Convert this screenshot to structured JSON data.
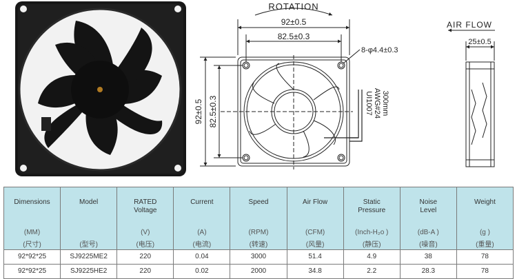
{
  "drawing": {
    "rotation_label": "ROTATION",
    "airflow_label": "AIR FLOW",
    "dim_outer_width": "92±0.5",
    "dim_hole_width": "82.5±0.3",
    "dim_outer_height": "92±0.5",
    "dim_hole_height": "82.5±0.3",
    "dim_holes": "8-φ4.4±0.3",
    "dim_depth": "25±0.5",
    "wire_line1": "UI1007",
    "wire_line2": "AWG#24",
    "wire_line3": "300mm"
  },
  "table": {
    "columns": [
      {
        "title": "Dimensions",
        "title2": "",
        "unit": "(MM)",
        "cn": "(尺寸)"
      },
      {
        "title": "Model",
        "title2": "",
        "unit": "",
        "cn": "(型号)"
      },
      {
        "title": "RATED",
        "title2": "Voltage",
        "unit": "(V)",
        "cn": "(电压)"
      },
      {
        "title": "Current",
        "title2": "",
        "unit": "(A)",
        "cn": "(电流)"
      },
      {
        "title": "Speed",
        "title2": "",
        "unit": "(RPM)",
        "cn": "(转速)"
      },
      {
        "title": "Air Flow",
        "title2": "",
        "unit": "(CFM)",
        "cn": "(风量)"
      },
      {
        "title": "Static",
        "title2": "Pressure",
        "unit": "(Inch-H₂o )",
        "cn": "(静压)"
      },
      {
        "title": "Noise",
        "title2": "Level",
        "unit": "(dB-A )",
        "cn": "(噪音)"
      },
      {
        "title": "Weight",
        "title2": "",
        "unit": "(g )",
        "cn": "(重量)"
      }
    ],
    "rows": [
      [
        "92*92*25",
        "SJ9225ME2",
        "220",
        "0.04",
        "3000",
        "51.4",
        "4.9",
        "38",
        "78"
      ],
      [
        "92*92*25",
        "SJ9225HE2",
        "220",
        "0.02",
        "2000",
        "34.8",
        "2.2",
        "28.3",
        "78"
      ]
    ]
  }
}
